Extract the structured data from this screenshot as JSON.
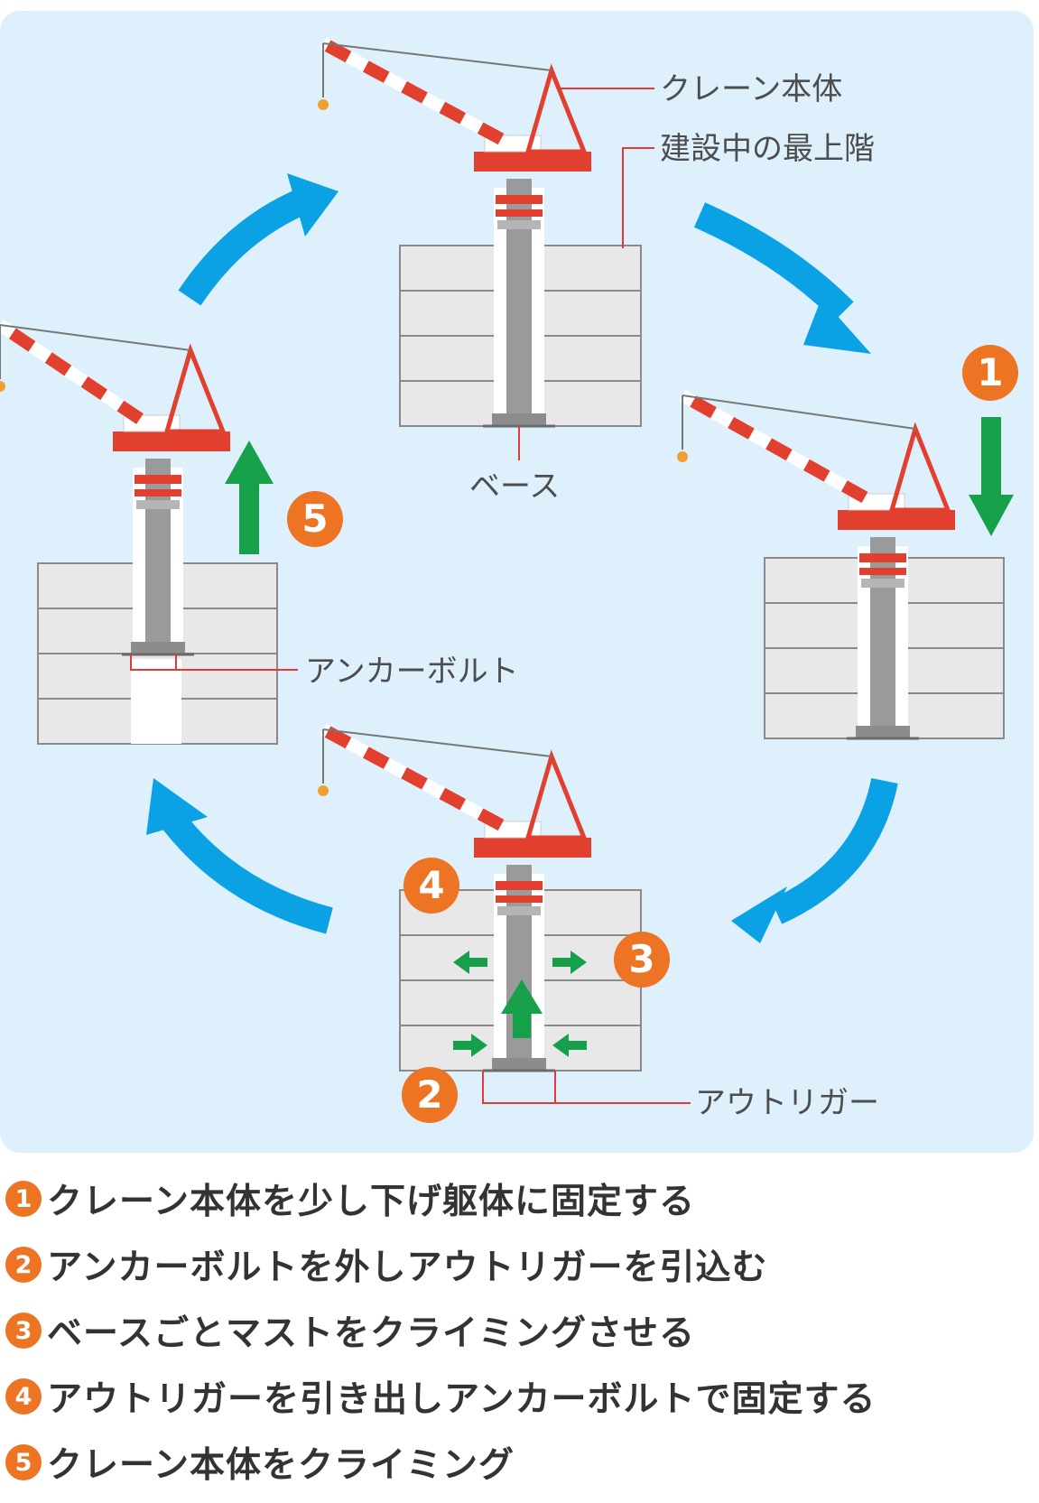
{
  "labels": {
    "crane_body": "クレーン本体",
    "top_floor": "建設中の最上階",
    "base": "ベース",
    "anchor_bolt": "アンカーボルト",
    "outrigger": "アウトリガー"
  },
  "badges": [
    "1",
    "2",
    "3",
    "4",
    "5"
  ],
  "steps": [
    {
      "num": "1",
      "text": "クレーン本体を少し下げ躯体に固定する"
    },
    {
      "num": "2",
      "text": "アンカーボルトを外しアウトリガーを引込む"
    },
    {
      "num": "3",
      "text": "ベースごとマストをクライミングさせる"
    },
    {
      "num": "4",
      "text": "アウトリガーを引き出しアンカーボルトで固定する"
    },
    {
      "num": "5",
      "text": "クレーン本体をクライミング"
    }
  ],
  "colors": {
    "panel": "#ddf0fb",
    "cycle_arrow": "#0aa2e4",
    "action_arrow": "#16a04a",
    "badge": "#ec7422",
    "crane_red": "#e2402e",
    "mast_gray": "#9a9a9a",
    "building_fill": "#e8e8e8",
    "leader_line": "#e23a3a"
  }
}
